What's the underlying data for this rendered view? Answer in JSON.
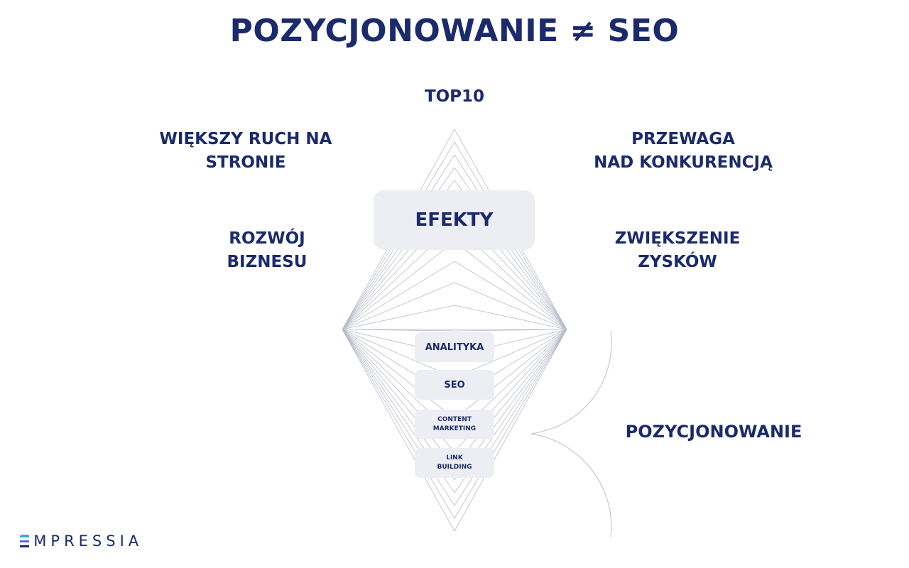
{
  "title": "POZYCJONOWANIE ≠ SEO",
  "labels": {
    "top10": "TOP10",
    "traffic": [
      "WIĘKSZY RUCH NA",
      "STRONIE"
    ],
    "advantage": [
      "PRZEWAGA",
      "NAD KONKURENCJĄ"
    ],
    "growth": [
      "ROZWÓJ",
      "BIZNESU"
    ],
    "profit": [
      "ZWIĘKSZENIE",
      "ZYSKÓW"
    ],
    "positioning": "POZYCJONOWANIE"
  },
  "effects": "EFEKTY",
  "components": [
    {
      "lines": [
        "ANALITYKA"
      ]
    },
    {
      "lines": [
        "SEO"
      ]
    },
    {
      "lines": [
        "CONTENT",
        "MARKETING"
      ]
    },
    {
      "lines": [
        "LINK",
        "BUILDING"
      ]
    }
  ],
  "brand": {
    "name": "EMPRESSIA",
    "colors": [
      "#2bb3c9",
      "#5b6ee1",
      "#1b2a6b"
    ]
  },
  "colors": {
    "primary": "#1b2a6b",
    "box": "#eceef3",
    "lines": "#b9bccb"
  }
}
